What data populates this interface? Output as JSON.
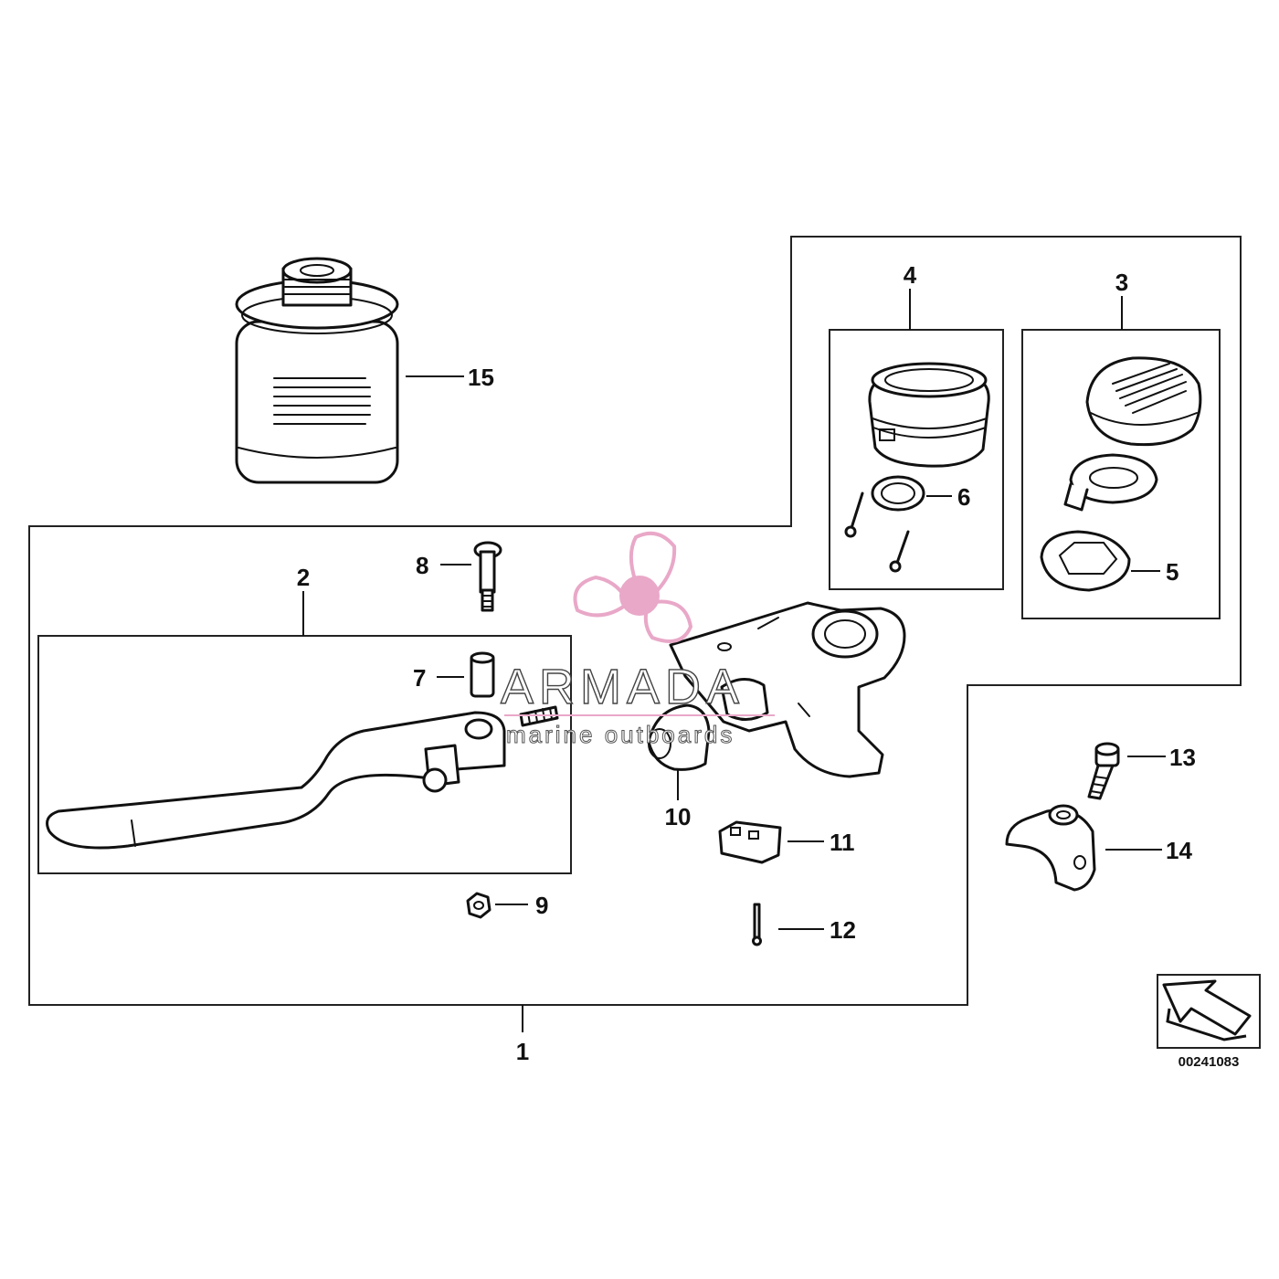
{
  "diagram": {
    "reference_number": "00241083",
    "callouts": [
      {
        "id": "1",
        "label": "1"
      },
      {
        "id": "2",
        "label": "2"
      },
      {
        "id": "3",
        "label": "3"
      },
      {
        "id": "4",
        "label": "4"
      },
      {
        "id": "5",
        "label": "5"
      },
      {
        "id": "6",
        "label": "6"
      },
      {
        "id": "7",
        "label": "7"
      },
      {
        "id": "8",
        "label": "8"
      },
      {
        "id": "9",
        "label": "9"
      },
      {
        "id": "10",
        "label": "10"
      },
      {
        "id": "11",
        "label": "11"
      },
      {
        "id": "12",
        "label": "12"
      },
      {
        "id": "13",
        "label": "13"
      },
      {
        "id": "14",
        "label": "14"
      },
      {
        "id": "15",
        "label": "15"
      }
    ]
  },
  "watermark": {
    "title": "ARMADA",
    "subtitle": "marine outboards",
    "color": "#e9a8c8"
  }
}
